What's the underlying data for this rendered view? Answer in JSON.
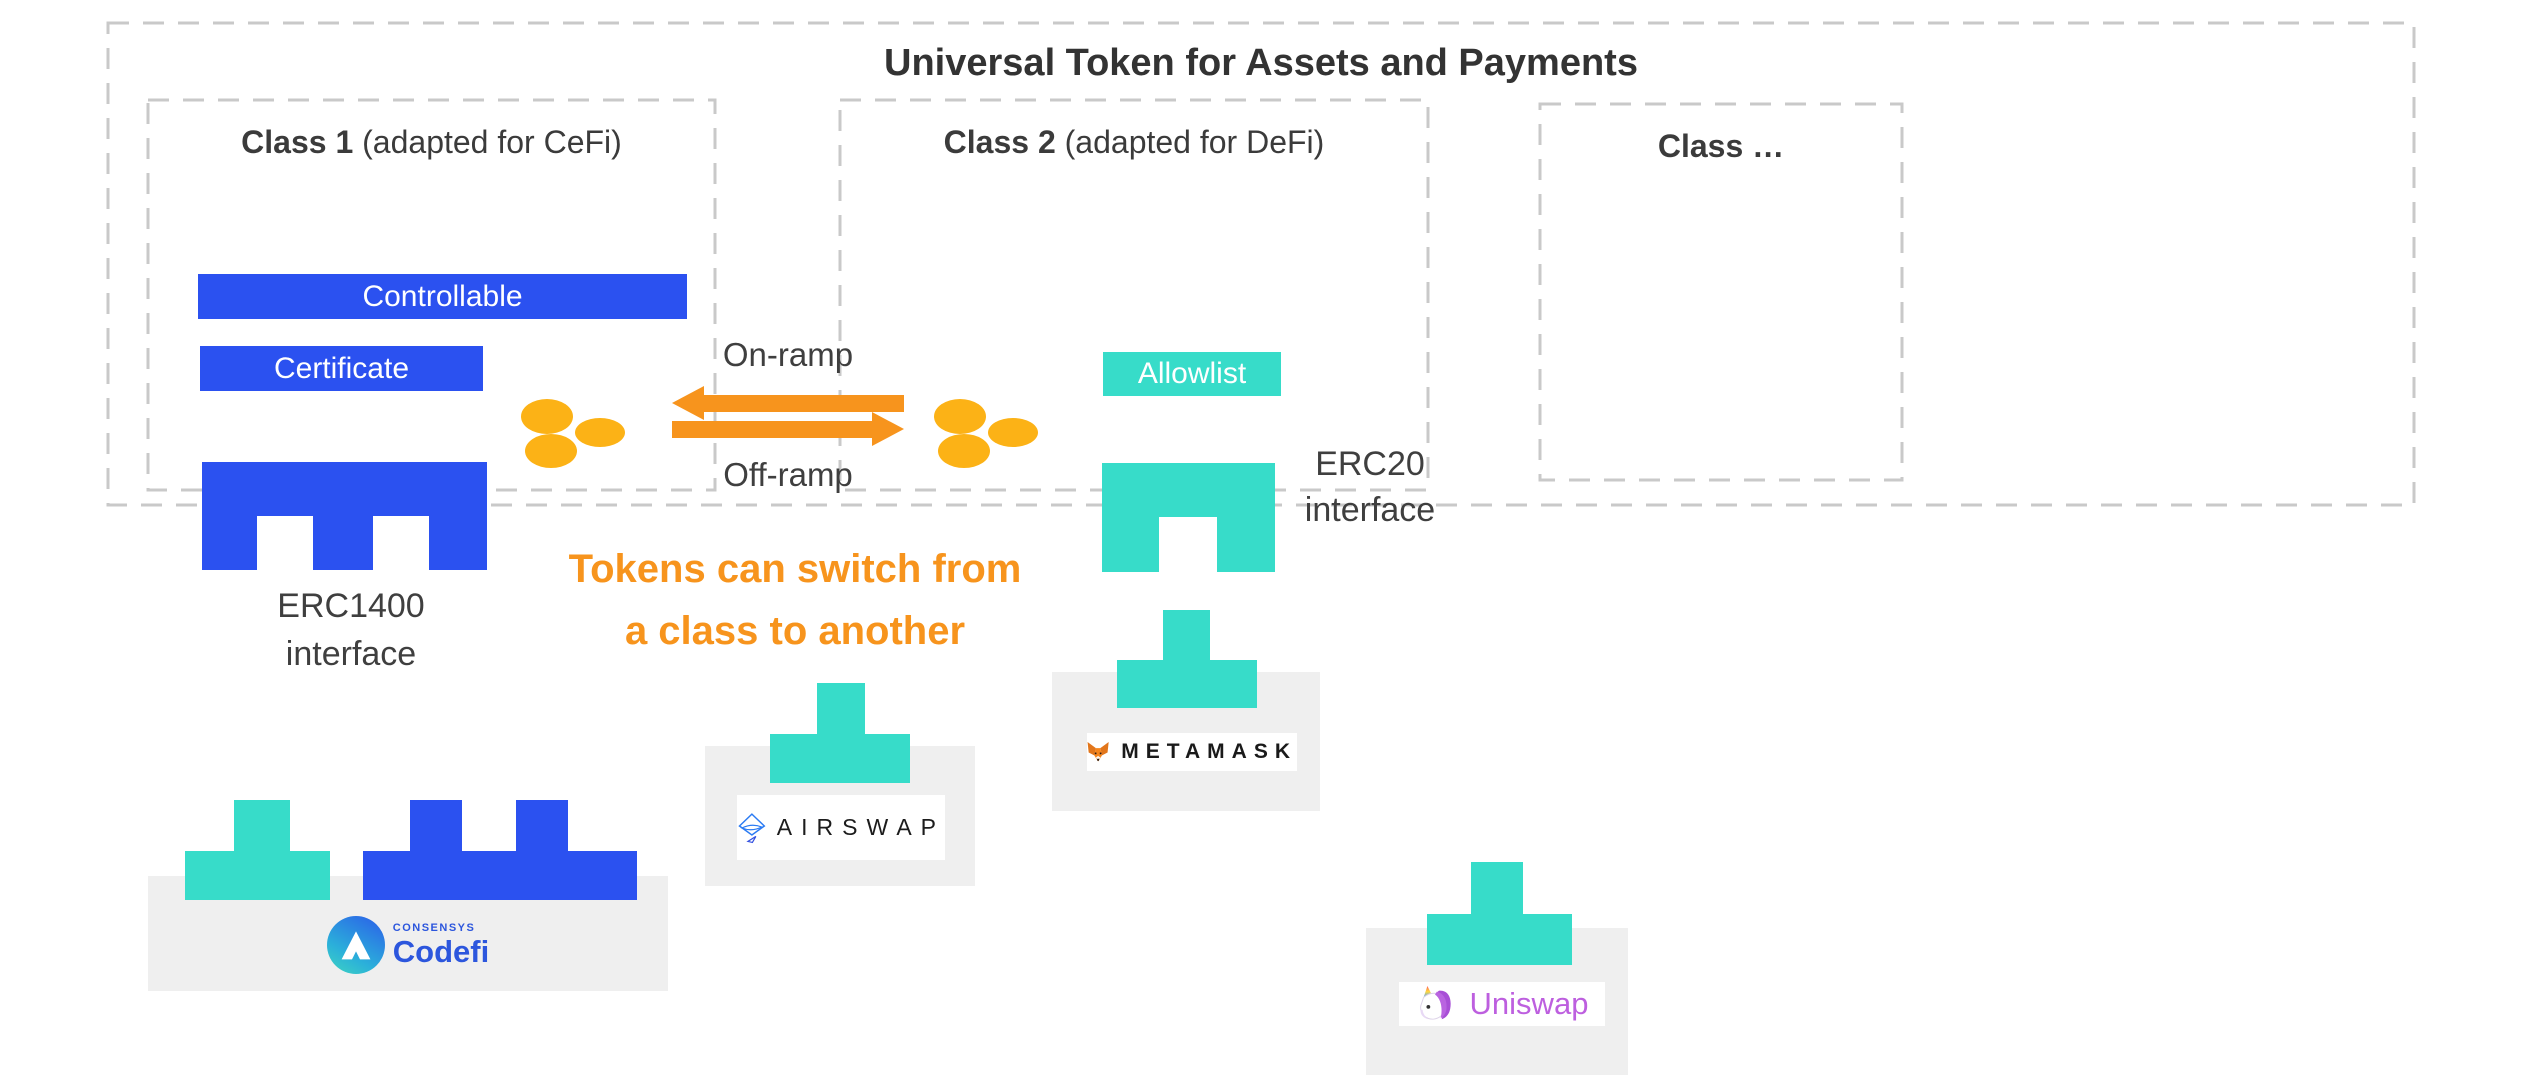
{
  "diagram": {
    "title": "Universal Token for Assets and Payments",
    "classes": [
      {
        "name": "Class 1",
        "qualifier": "(adapted for CeFi)"
      },
      {
        "name": "Class 2",
        "qualifier": "(adapted for DeFi)"
      },
      {
        "name": "Class …",
        "qualifier": ""
      }
    ],
    "badges": {
      "controllable": "Controllable",
      "certificate": "Certificate",
      "allowlist": "Allowlist"
    },
    "interfaces": {
      "erc1400": {
        "line1": "ERC1400",
        "line2": "interface"
      },
      "erc20": {
        "line1": "ERC20",
        "line2": "interface"
      }
    },
    "ramps": {
      "on": "On-ramp",
      "off": "Off-ramp"
    },
    "statement": {
      "line1": "Tokens can switch from",
      "line2": "a class to another"
    },
    "logos": {
      "codefi": {
        "brand": "CONSENSYS",
        "product": "Codefi"
      },
      "airswap": {
        "label": "AIRSWAP"
      },
      "metamask": {
        "label": "METAMASK"
      },
      "uniswap": {
        "label": "Uniswap"
      }
    },
    "colors": {
      "blue": "#2b51f0",
      "teal": "#37dcc9",
      "orange": "#f7941d",
      "token_yellow": "#fcb216",
      "card_gray": "#efefef",
      "dash_gray": "#c9c9c9",
      "text_dark": "#3b3b3b",
      "codefi_blue": "#2c56dd",
      "uniswap_purple": "#bd5fdf"
    }
  }
}
